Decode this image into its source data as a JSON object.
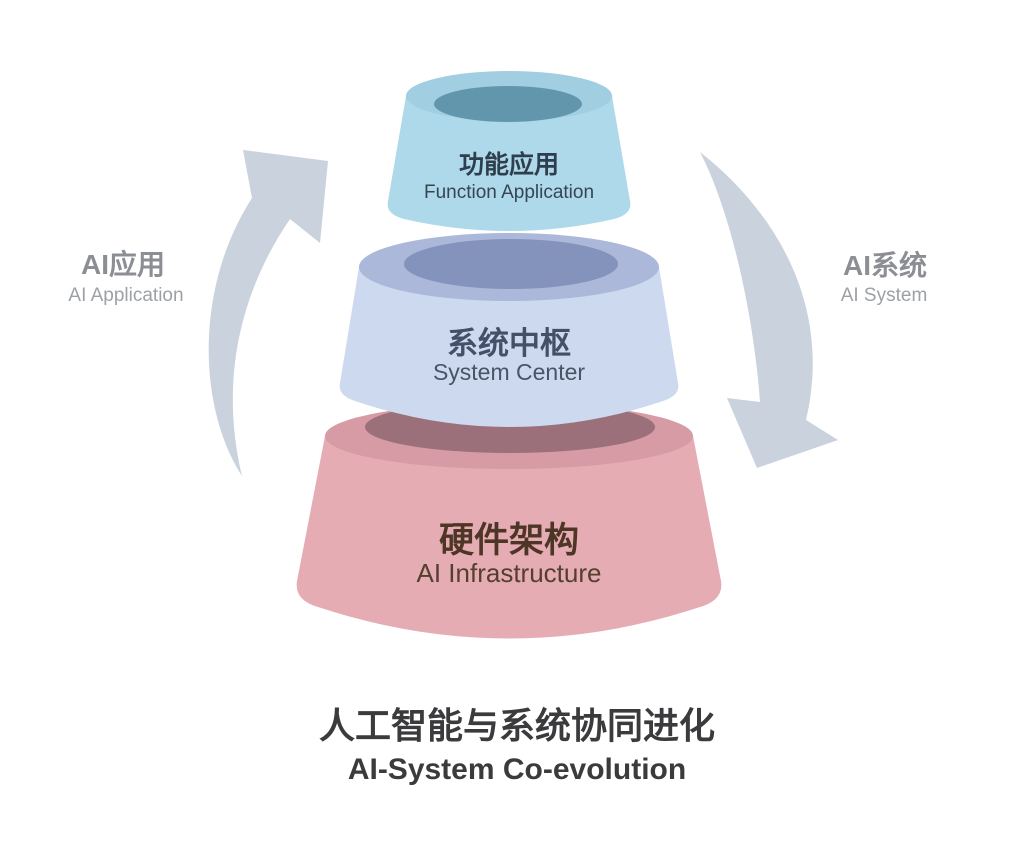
{
  "background": "#ffffff",
  "title": {
    "zh": "人工智能与系统协同进化",
    "en": "AI-System Co-evolution",
    "color": "#3b3b3d"
  },
  "side_labels": {
    "left": {
      "zh": "AI应用",
      "en": "AI Application"
    },
    "right": {
      "zh": "AI系统",
      "en": "AI System"
    },
    "zh_color": "#8b8f94",
    "en_color": "#9da1a6"
  },
  "arrows": {
    "color": "#c9d2dd",
    "left_direction": "up",
    "right_direction": "down"
  },
  "tiers": [
    {
      "id": "function-application",
      "zh": "功能应用",
      "en": "Function Application",
      "body_color": "#aed9ea",
      "rim_color": "#a1cee1",
      "opening_color": "#6296ac",
      "zh_color": "#2f3e4d",
      "en_color": "#374553"
    },
    {
      "id": "system-center",
      "zh": "系统中枢",
      "en": "System Center",
      "body_color": "#cdd9ee",
      "rim_color": "#abb8da",
      "opening_color": "#8493bc",
      "zh_color": "#444f68",
      "en_color": "#4a5469"
    },
    {
      "id": "ai-infrastructure",
      "zh": "硬件架构",
      "en": "AI Infrastructure",
      "body_color": "#e6acb4",
      "rim_color": "#d69ba4",
      "opening_color": "#9c707b",
      "zh_color": "#4e3627",
      "en_color": "#54402e"
    }
  ]
}
